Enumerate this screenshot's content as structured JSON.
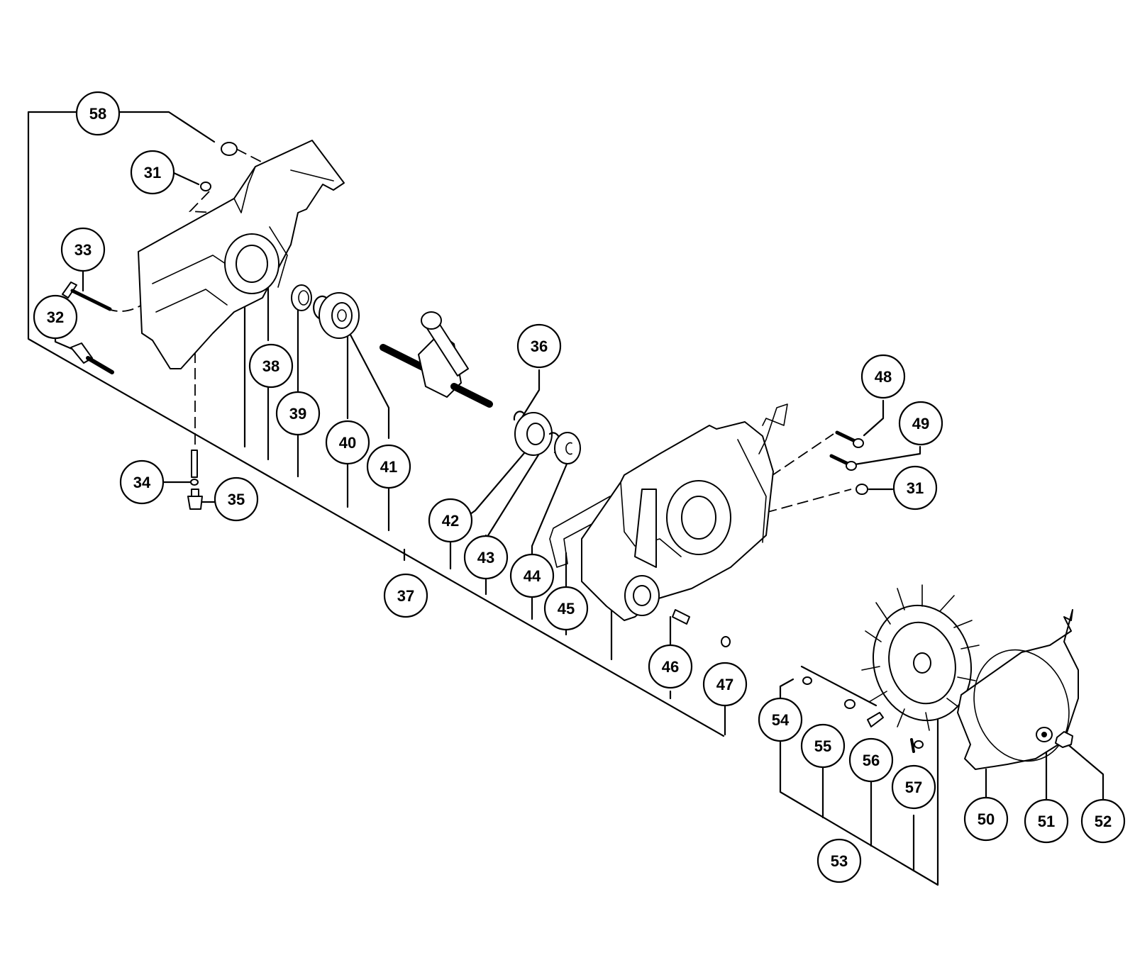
{
  "callouts": [
    {
      "id": "b58",
      "label": "58"
    },
    {
      "id": "b31a",
      "label": "31"
    },
    {
      "id": "b33",
      "label": "33"
    },
    {
      "id": "b32",
      "label": "32"
    },
    {
      "id": "b38",
      "label": "38"
    },
    {
      "id": "b39",
      "label": "39"
    },
    {
      "id": "b40",
      "label": "40"
    },
    {
      "id": "b41",
      "label": "41"
    },
    {
      "id": "b34",
      "label": "34"
    },
    {
      "id": "b35",
      "label": "35"
    },
    {
      "id": "b36",
      "label": "36"
    },
    {
      "id": "b37",
      "label": "37"
    },
    {
      "id": "b42",
      "label": "42"
    },
    {
      "id": "b43",
      "label": "43"
    },
    {
      "id": "b44",
      "label": "44"
    },
    {
      "id": "b45",
      "label": "45"
    },
    {
      "id": "b46",
      "label": "46"
    },
    {
      "id": "b47",
      "label": "47"
    },
    {
      "id": "b48",
      "label": "48"
    },
    {
      "id": "b49",
      "label": "49"
    },
    {
      "id": "b31b",
      "label": "31"
    },
    {
      "id": "b54",
      "label": "54"
    },
    {
      "id": "b55",
      "label": "55"
    },
    {
      "id": "b56",
      "label": "56"
    },
    {
      "id": "b57",
      "label": "57"
    },
    {
      "id": "b53",
      "label": "53"
    },
    {
      "id": "b50",
      "label": "50"
    },
    {
      "id": "b51",
      "label": "51"
    },
    {
      "id": "b52",
      "label": "52"
    }
  ]
}
